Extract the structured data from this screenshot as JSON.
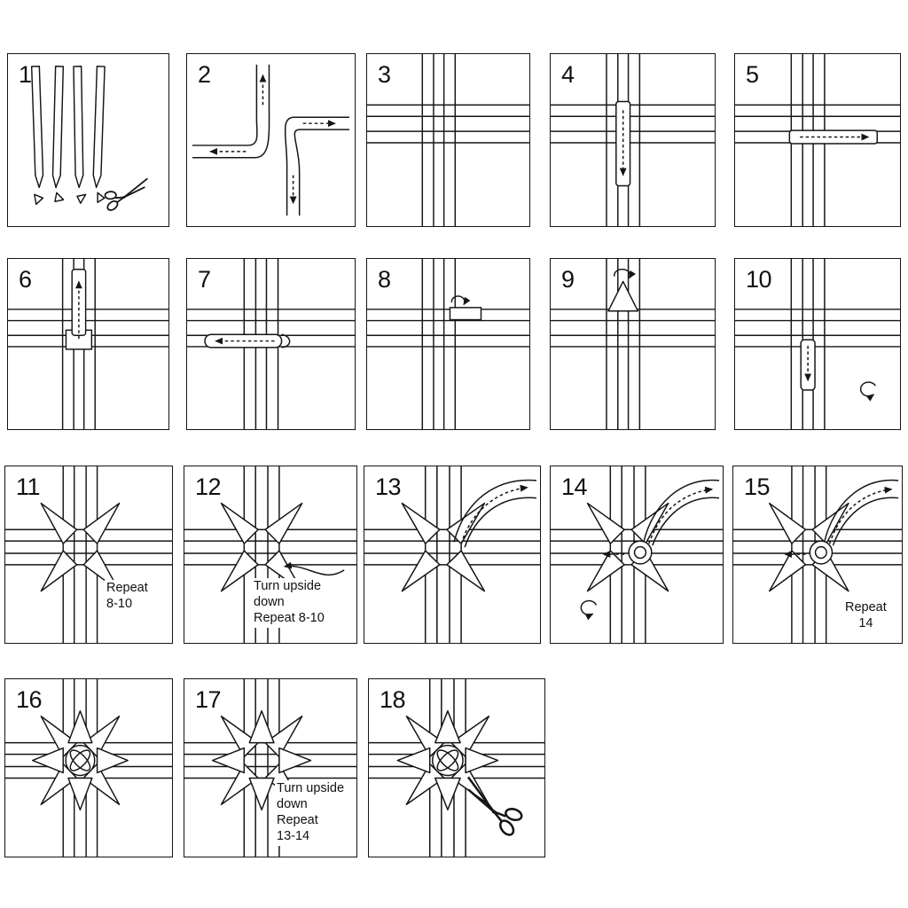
{
  "palette": {
    "background": "#ffffff",
    "line": "#151515",
    "text": "#111111"
  },
  "icons": {
    "scissors": "scissors-line-art",
    "arrowhead": "solid-black-triangle",
    "rotate": "curved-rotate-arrow"
  },
  "panels": [
    {
      "number": "1",
      "note": ""
    },
    {
      "number": "2",
      "note": ""
    },
    {
      "number": "3",
      "note": ""
    },
    {
      "number": "4",
      "note": ""
    },
    {
      "number": "5",
      "note": ""
    },
    {
      "number": "6",
      "note": ""
    },
    {
      "number": "7",
      "note": ""
    },
    {
      "number": "8",
      "note": ""
    },
    {
      "number": "9",
      "note": ""
    },
    {
      "number": "10",
      "note": ""
    },
    {
      "number": "11",
      "note": "Repeat\n8-10"
    },
    {
      "number": "12",
      "note": "Turn upside\ndown\nRepeat 8-10"
    },
    {
      "number": "13",
      "note": ""
    },
    {
      "number": "14",
      "note": ""
    },
    {
      "number": "15",
      "note": "Repeat\n14"
    },
    {
      "number": "16",
      "note": ""
    },
    {
      "number": "17",
      "note": "Turn upside\ndown\nRepeat\n13-14"
    },
    {
      "number": "18",
      "note": ""
    }
  ]
}
